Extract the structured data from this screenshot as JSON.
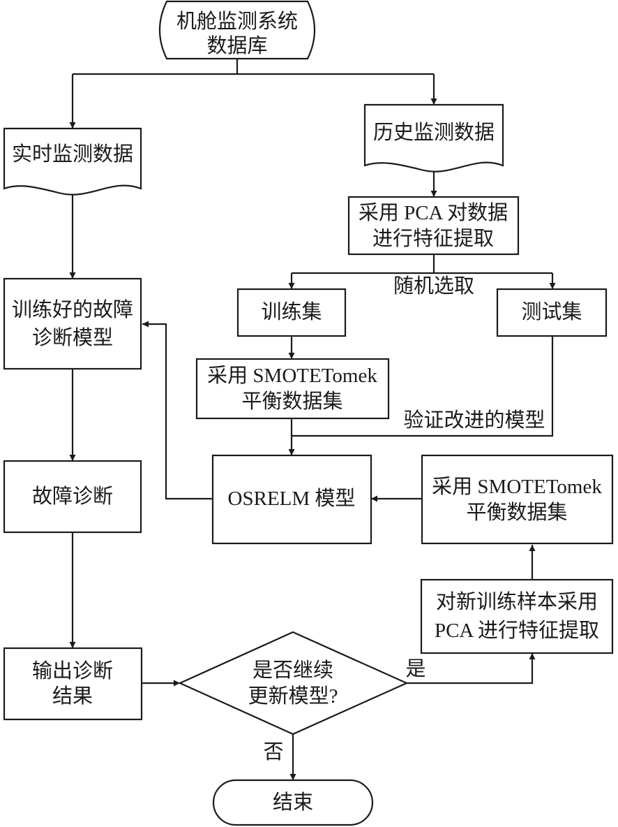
{
  "nodes": {
    "database": {
      "line1": "机舱监测系统",
      "line2": "数据库"
    },
    "realtime_data": {
      "line1": "实时监测数据"
    },
    "history_data": {
      "line1": "历史监测数据"
    },
    "pca_extract": {
      "line1": "采用 PCA 对数据",
      "line2": "进行特征提取"
    },
    "train_set": {
      "line1": "训练集"
    },
    "test_set": {
      "line1": "测试集"
    },
    "smote_train": {
      "line1": "采用 SMOTETomek",
      "line2": "平衡数据集"
    },
    "trained_model": {
      "line1": "训练好的故障",
      "line2": "诊断模型"
    },
    "fault_diagnosis": {
      "line1": "故障诊断"
    },
    "osrelm": {
      "line1": "OSRELM 模型"
    },
    "smote_new": {
      "line1": "采用 SMOTETomek",
      "line2": "平衡数据集"
    },
    "pca_new": {
      "line1": "对新训练样本采用",
      "line2": "PCA 进行特征提取"
    },
    "output_result": {
      "line1": "输出诊断",
      "line2": "结果"
    },
    "decision": {
      "line1": "是否继续",
      "line2": "更新模型?"
    },
    "end": {
      "line1": "结束"
    }
  },
  "edge_labels": {
    "random_select": "随机选取",
    "validate": "验证改进的模型",
    "yes": "是",
    "no": "否"
  }
}
